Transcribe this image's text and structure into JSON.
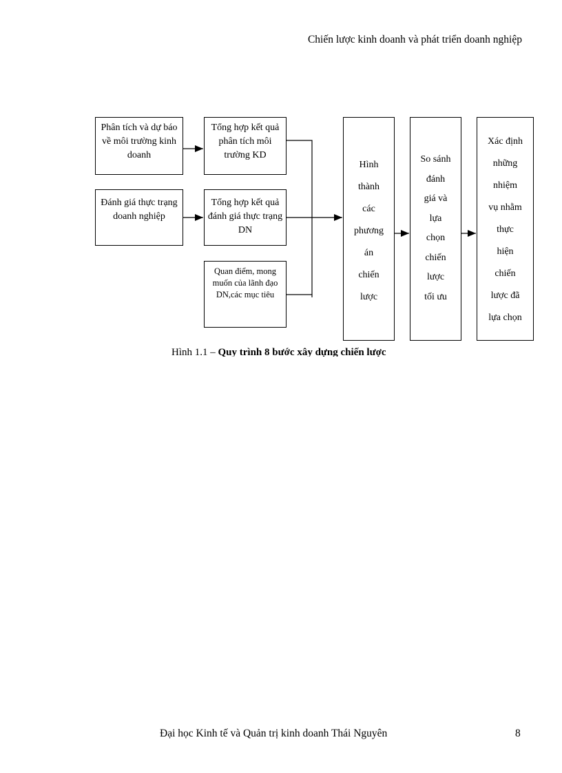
{
  "header": {
    "title": "Chiến lược kinh doanh và phát triển doanh nghiệp"
  },
  "diagram": {
    "step_analysis": "Phân tích và dự báo về môi trường kinh doanh",
    "step_assessment": "Đánh giá thực trạng doanh nghiệp",
    "step_summary_env": "Tổng hợp kết quả phân tích môi trường KD",
    "step_summary_state": "Tổng hợp kết quả đánh giá thực trạng DN",
    "step_views": "Quan điểm, mong muốn của lãnh đạo DN,các mục tiêu",
    "step_form": [
      "Hình",
      "thành",
      "các",
      "phương",
      "án",
      "chiến",
      "lược"
    ],
    "step_compare": [
      "So sánh",
      "đánh",
      "giá và",
      "lựa",
      "chọn",
      "chiến",
      "lược",
      "tối ưu"
    ],
    "step_tasks": [
      "Xác định",
      "những",
      "nhiệm",
      "vụ nhằm",
      "thực",
      "hiện",
      "chiến",
      "lược đã",
      "lựa chọn"
    ]
  },
  "caption": {
    "prefix": "Hình 1.1 – ",
    "title": "Quy trình 8 bước xây dựng chiến lược"
  },
  "footer": {
    "text": "Đại học Kinh tế và Quản trị kinh doanh Thái Nguyên",
    "page_number": "8"
  }
}
